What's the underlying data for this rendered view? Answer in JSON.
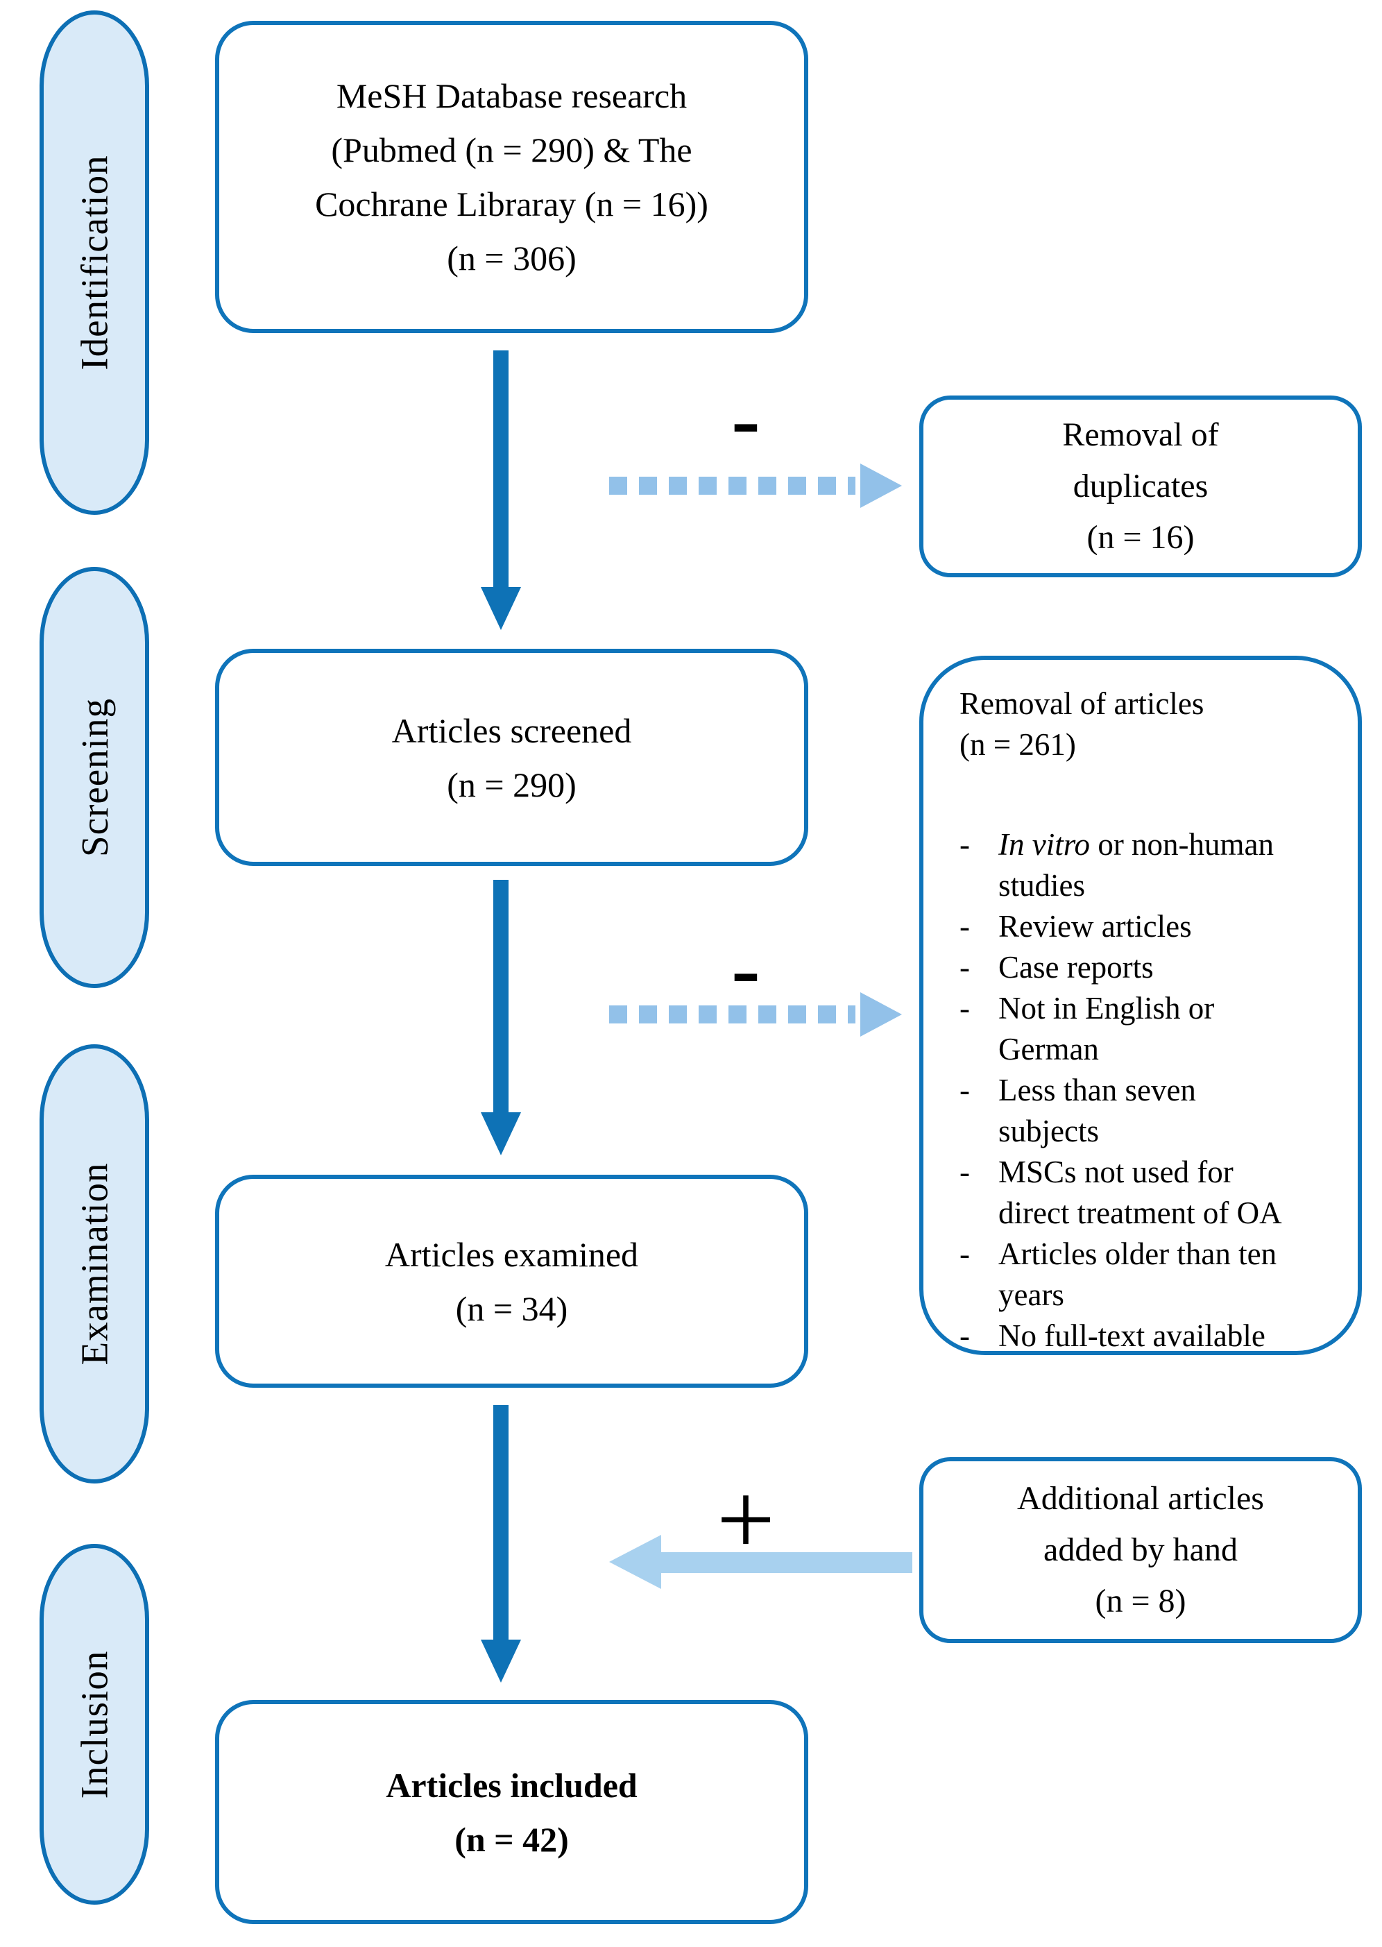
{
  "palette": {
    "box_border_blue": "#0f74ba",
    "arrow_dark_blue": "#0e72b6",
    "arrow_light_blue_dashed": "#92c1e9",
    "arrow_light_blue_solid": "#a8d1ef",
    "stage_fill": "#d9eaf8",
    "stage_border": "#0d6fb4",
    "text_color": "#000000"
  },
  "sidebar": {
    "stages": [
      "Identification",
      "Screening",
      "Examination",
      "Inclusion"
    ]
  },
  "flow": {
    "mesh_search": "MeSH Database research\n(Pubmed (n = 290) & The\nCochrane Libraray (n = 16))\n(n = 306)",
    "articles_screened": "Articles screened\n(n = 290)",
    "articles_examined": "Articles examined\n(n = 34)",
    "articles_included": "Articles included\n(n = 42)"
  },
  "right": {
    "removal_duplicates": "Removal of\nduplicates\n(n = 16)",
    "removal_articles": {
      "header": "Removal of articles\n(n = 261)",
      "bullet": "-",
      "items": [
        {
          "em": "In vitro",
          "text": " or non-human\nstudies"
        },
        {
          "em": "",
          "text": "Review articles"
        },
        {
          "em": "",
          "text": "Case reports"
        },
        {
          "em": "",
          "text": "Not in English or\nGerman"
        },
        {
          "em": "",
          "text": "Less than seven\nsubjects"
        },
        {
          "em": "",
          "text": "MSCs not used for\ndirect treatment of OA"
        },
        {
          "em": "",
          "text": "Articles older than ten\nyears"
        },
        {
          "em": "",
          "text": "No full-text available"
        }
      ]
    },
    "additional_articles": "Additional articles\nadded by hand\n(n = 8)"
  },
  "signs": {
    "minus": "-",
    "plus": "+"
  }
}
